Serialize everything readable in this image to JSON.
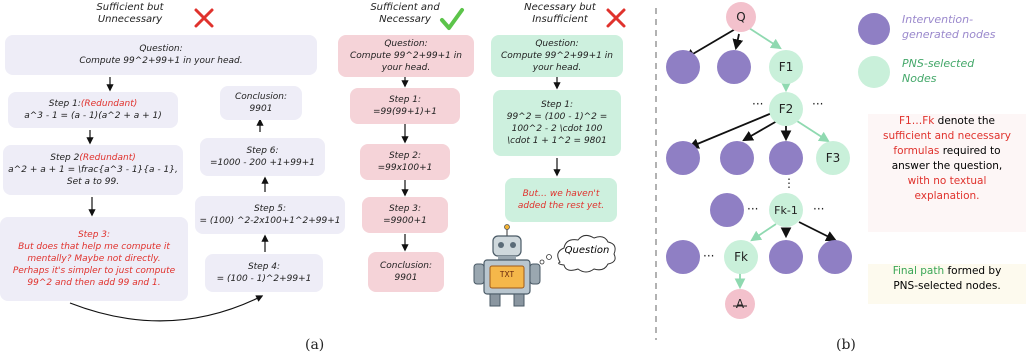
{
  "panel_a": {
    "headers": {
      "sufficient_unnecessary": [
        "Sufficient but",
        "Unnecessary"
      ],
      "sufficient_necessary": [
        "Sufficient and",
        "Necessary"
      ],
      "necessary_insufficient": [
        "Necessary but",
        "Insufficient"
      ]
    },
    "left": {
      "question_label": "Question:",
      "question_text": "Compute 99^2+99+1 in your head.",
      "step1_label": "Step 1:",
      "step1_tag": "(Redundant)",
      "step1_text": "a^3 - 1 = (a - 1)(a^2 + a + 1)",
      "step2_label": "Step 2",
      "step2_tag": "(Redundant)",
      "step2_lines": [
        "a^2 + a + 1 = \\frac{a^3 - 1}{a - 1},",
        "Set a to 99."
      ],
      "step3_label": "Step 3:",
      "step3_lines": [
        "But does that help me compute it",
        "mentally?  Maybe not directly.",
        "Perhaps it's simpler to just compute",
        "99^2 and then add 99 and 1."
      ],
      "step4_label": "Step 4:",
      "step4_text": "= (100 - 1)^2+99+1",
      "step5_label": "Step 5:",
      "step5_text": "= (100) ^2-2x100+1^2+99+1",
      "step6_label": "Step 6:",
      "step6_text": "=1000 - 200 +1+99+1",
      "conclusion_label": "Conclusion:",
      "conclusion_text": "9901"
    },
    "middle": {
      "question_label": "Question:",
      "question_lines": [
        "Compute 99^2+99+1 in",
        "your head."
      ],
      "step1_label": "Step 1:",
      "step1_text": "=99(99+1)+1",
      "step2_label": "Step 2:",
      "step2_text": "=99x100+1",
      "step3_label": "Step 3:",
      "step3_text": "=9900+1",
      "conclusion_label": "Conclusion:",
      "conclusion_text": "9901"
    },
    "right": {
      "question_label": "Question:",
      "question_lines": [
        "Compute 99^2+99+1 in",
        "your head."
      ],
      "step1_label": "Step 1:",
      "step1_lines": [
        "99^2 = (100 - 1)^2 =",
        "100^2 - 2 \\cdot 100",
        "\\cdot 1 + 1^2 = 9801"
      ],
      "comment_lines": [
        "But… we haven't",
        "added the rest yet."
      ],
      "cloud_text": "Question",
      "robot_screen_text": "TXT"
    },
    "caption": "(a)"
  },
  "panel_b": {
    "nodes": {
      "q": "Q",
      "f1": "F1",
      "f2": "F2",
      "f3": "F3",
      "fk1": "Fk-1",
      "fk": "Fk",
      "a": "A"
    },
    "ellipsis": "···",
    "vdots": "⋮",
    "legend": {
      "intervention": [
        "Intervention-",
        "generated nodes"
      ],
      "pns": [
        "PNS-selected",
        "Nodes"
      ]
    },
    "note1": {
      "prefix": "F1…Fk",
      "l1_rest": " denote the",
      "l2": "sufficient and necessary",
      "l3_red": "formulas",
      "l3_rest": " required to",
      "l4": "answer the question,",
      "l5": "with no textual",
      "l6": "explanation."
    },
    "note2": {
      "l1_green": "Final path",
      "l1_rest": " formed by",
      "l2": "PNS-selected nodes."
    },
    "caption": "(b)"
  },
  "colors": {
    "red": "#e0322d",
    "green_check": "#5cc44a",
    "purple_node": "#8f7fc4",
    "mint_node": "#c9f0da",
    "pink_node": "#f3c1cc",
    "legend_purple_text": "#9a88cc",
    "legend_green_text": "#44a86a"
  }
}
